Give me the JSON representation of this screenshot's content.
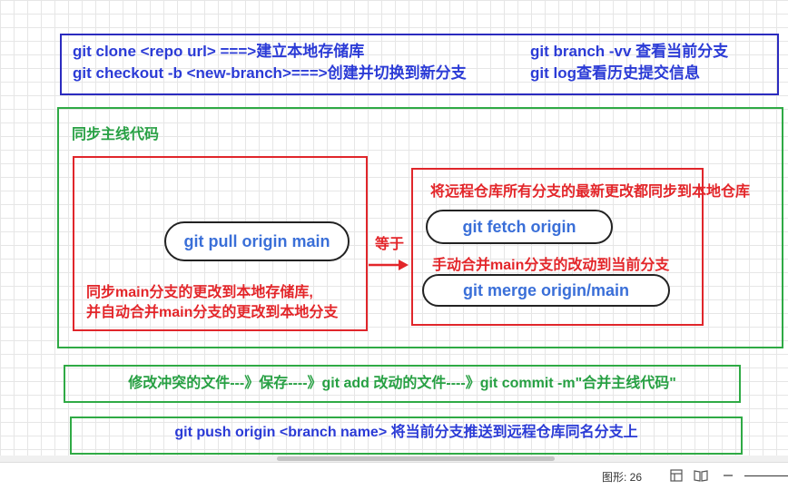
{
  "top_box": {
    "line1_left": "git clone <repo url>  ===>建立本地存储库",
    "line2_left": "git checkout -b <new-branch>===>创建并切换到新分支",
    "line1_right": "git branch -vv 查看当前分支",
    "line2_right": "git log查看历史提交信息"
  },
  "sync_section": {
    "title": "同步主线代码",
    "pull_command": "git pull origin main",
    "pull_desc_line1": "同步main分支的更改到本地存储库,",
    "pull_desc_line2": "并自动合并main分支的更改到本地分支",
    "equals_label": "等于",
    "fetch_desc": "将远程仓库所有分支的最新更改都同步到本地仓库",
    "fetch_command": "git fetch origin",
    "merge_desc": "手动合并main分支的改动到当前分支",
    "merge_command": "git merge origin/main"
  },
  "conflict_step": "修改冲突的文件---》保存----》git add 改动的文件----》git commit -m\"合并主线代码\"",
  "push_step": "git push origin <branch name>  将当前分支推送到远程仓库同名分支上",
  "status_bar": {
    "shape_count": "图形: 26"
  },
  "colors": {
    "blue_border": "#2b2bbf",
    "green_border": "#2faa45",
    "red_border": "#e0262b",
    "blue_text": "#2b3bd6",
    "pill_text": "#3a6fd8",
    "green_text": "#27a043",
    "red_text": "#e3262a"
  }
}
